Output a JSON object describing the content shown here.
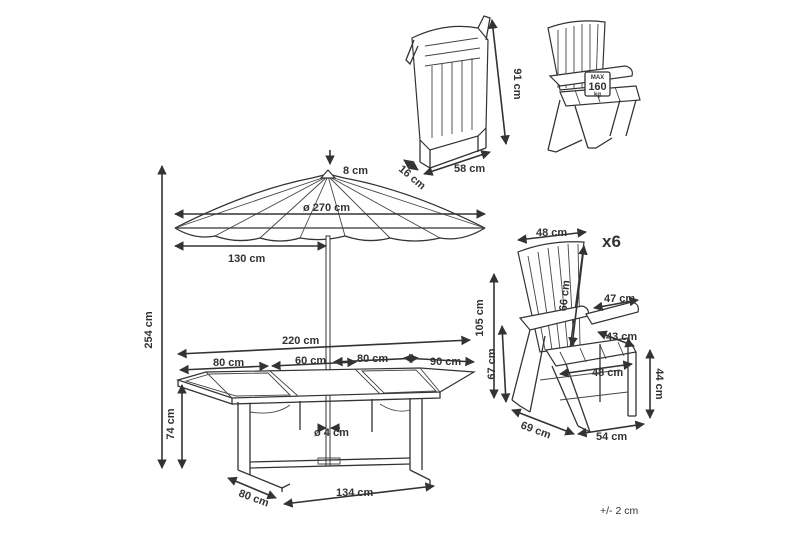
{
  "dimensions": {
    "umbrella_top": "8 cm",
    "umbrella_diameter": "ø 270 cm",
    "umbrella_radius": "130 cm",
    "total_height": "254 cm",
    "table_max_length": "220 cm",
    "table_seg_1": "80 cm",
    "table_seg_2": "60 cm",
    "table_seg_3": "80 cm",
    "table_seg_4": "90 cm",
    "table_height": "74 cm",
    "pole_diameter": "ø 4 cm",
    "table_width": "80 cm",
    "table_base_length": "134 cm",
    "folded_height": "91 cm",
    "folded_depth": "16 cm",
    "folded_width": "58 cm",
    "chair_width_top": "48 cm",
    "chair_count": "x6",
    "armrest_length": "47 cm",
    "backrest_height": "66 cm",
    "chair_total_height": "105 cm",
    "seat_depth": "43 cm",
    "armrest_height": "67 cm",
    "seat_width": "48 cm",
    "seat_height": "44 cm",
    "chair_depth": "69 cm",
    "chair_base_width": "54 cm",
    "tolerance": "+/- 2 cm"
  },
  "max_load_badge": {
    "line1": "MAX",
    "line2": "160",
    "line3": "kg"
  }
}
